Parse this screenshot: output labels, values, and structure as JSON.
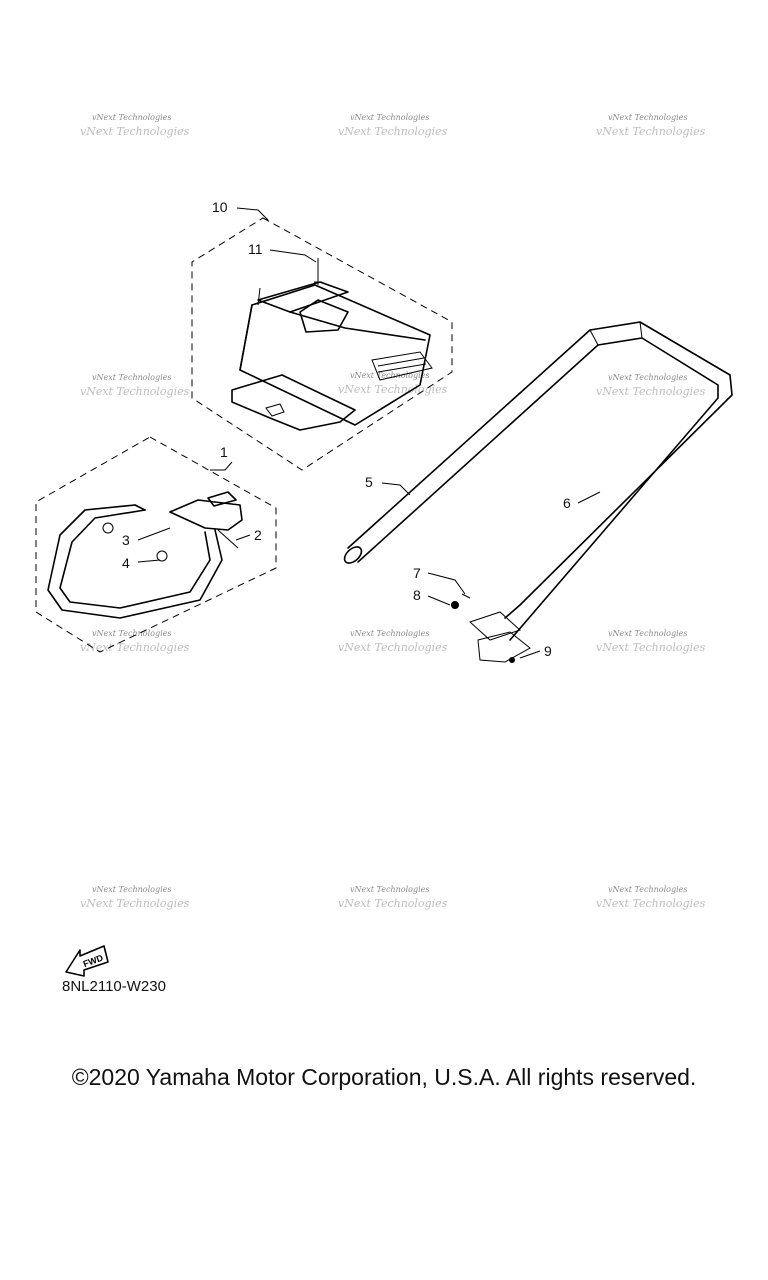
{
  "callouts": [
    "1",
    "2",
    "3",
    "4",
    "5",
    "6",
    "7",
    "8",
    "9",
    "10",
    "11"
  ],
  "watermark": "vNext Technologies",
  "fwd_label": "FWD",
  "diagram_code": "8NL2110-W230",
  "copyright": "©2020 Yamaha Motor Corporation, U.S.A. All rights reserved."
}
